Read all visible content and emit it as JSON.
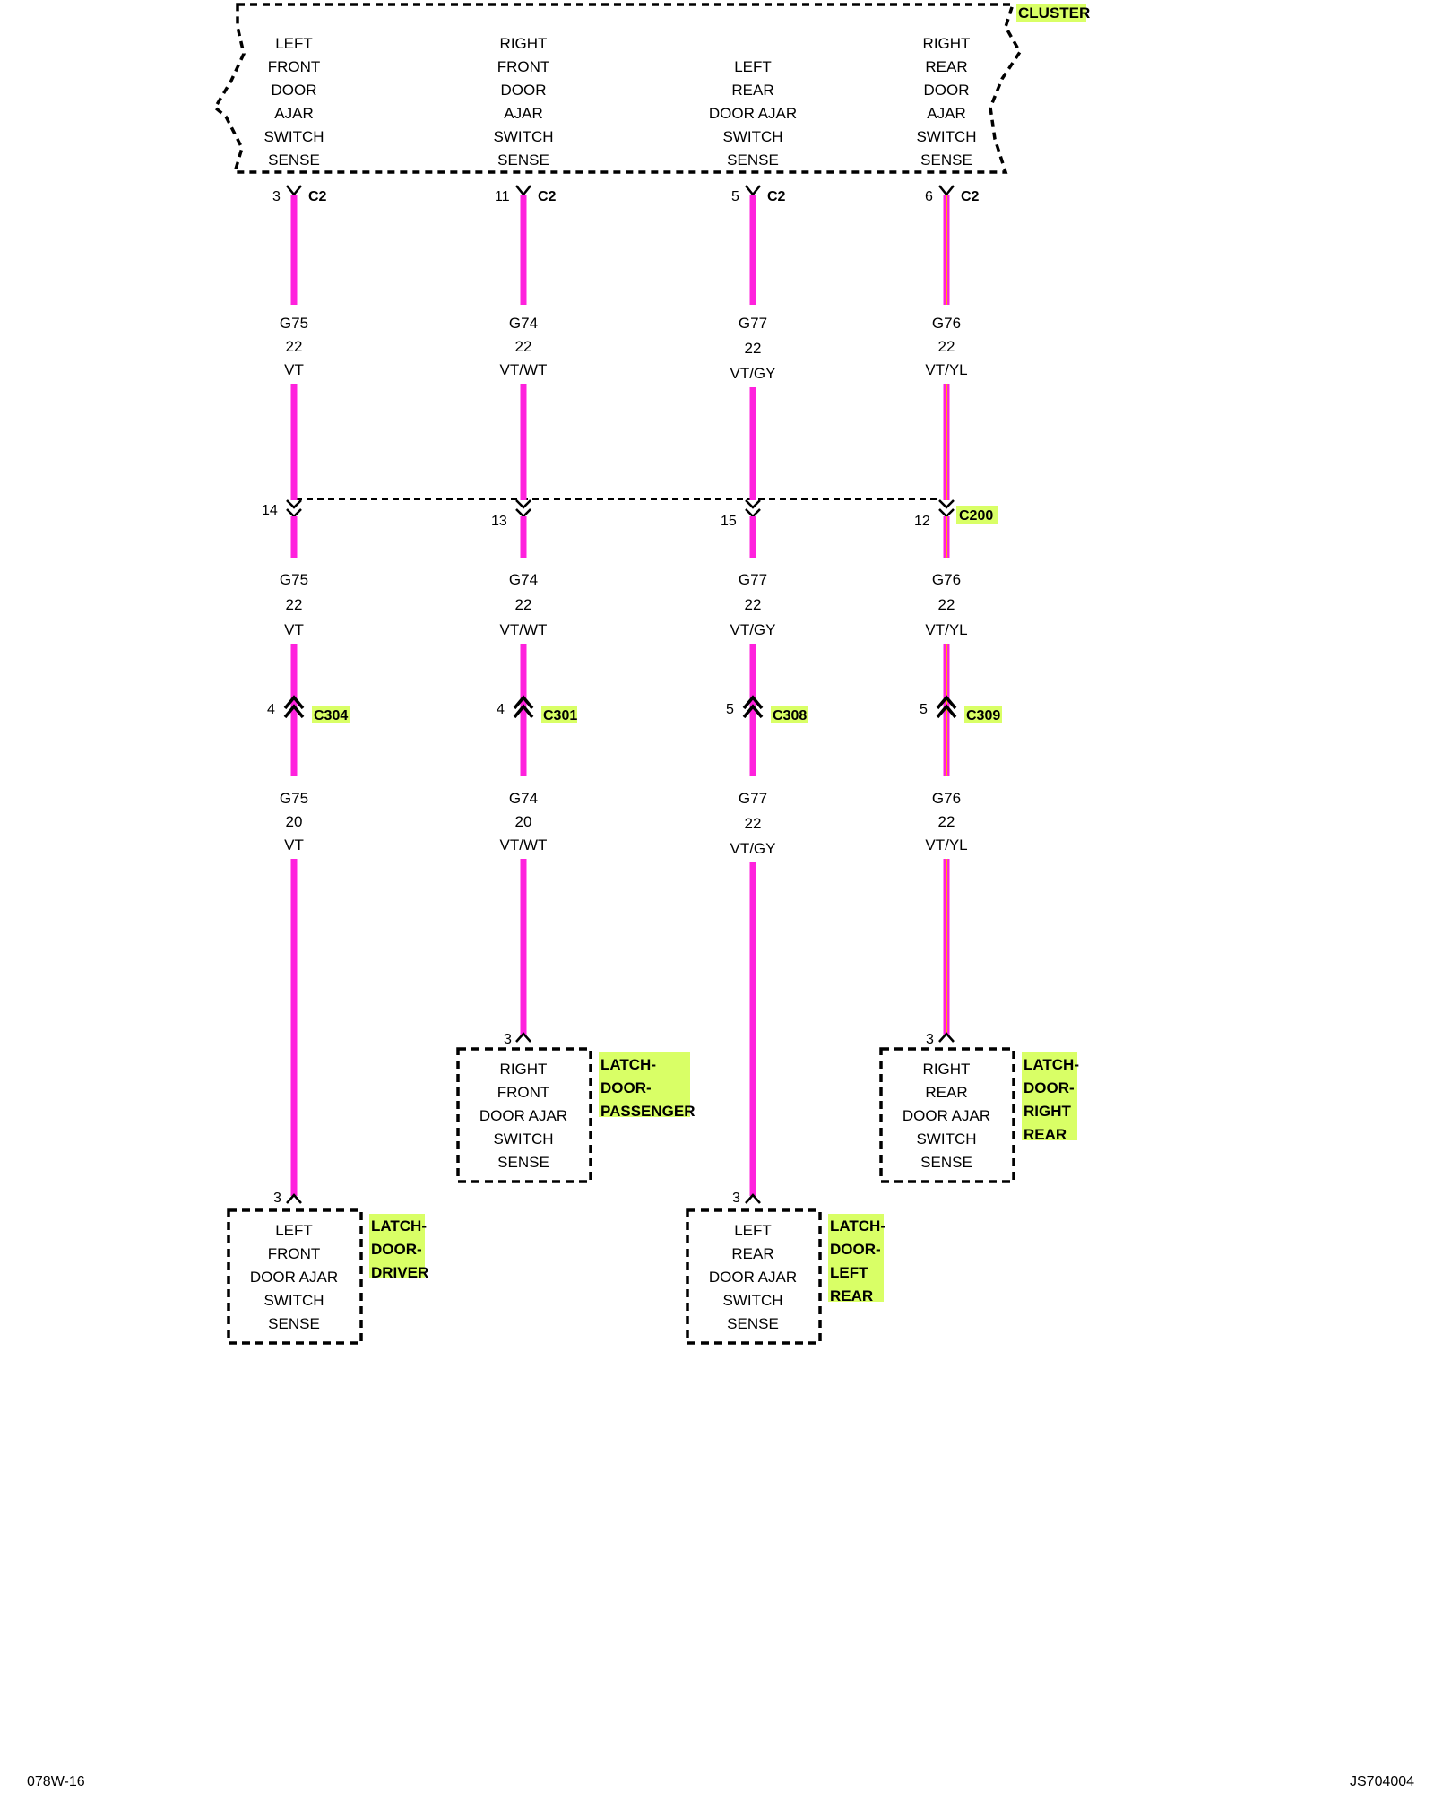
{
  "colors": {
    "wire_violet": "#ff22dd",
    "wire_tracer_yellow": "#ffb400",
    "label_highlight": "#d9ff66",
    "outline": "#000000"
  },
  "cluster": {
    "label": "CLUSTER",
    "connector": "C2",
    "pins": [
      "LEFT FRONT DOOR AJAR SWITCH SENSE",
      "RIGHT FRONT DOOR AJAR SWITCH SENSE",
      "LEFT REAR DOOR AJAR SWITCH SENSE",
      "RIGHT REAR DOOR AJAR SWITCH SENSE"
    ]
  },
  "circuits": [
    {
      "cluster_lines": [
        "LEFT",
        "FRONT",
        "DOOR",
        "AJAR",
        "SWITCH",
        "SENSE"
      ],
      "c2_pin": "3",
      "seg1": {
        "circuit": "G75",
        "gauge": "22",
        "color": "VT"
      },
      "c200_pin": "14",
      "seg2": {
        "circuit": "G75",
        "gauge": "22",
        "color": "VT"
      },
      "inline_pin": "4",
      "inline_connector": "C304",
      "seg3": {
        "circuit": "G75",
        "gauge": "20",
        "color": "VT"
      },
      "latch_pin": "3",
      "latch_lines": [
        "LEFT",
        "FRONT",
        "DOOR AJAR",
        "SWITCH",
        "SENSE"
      ],
      "latch_tag": [
        "LATCH-",
        "DOOR-",
        "DRIVER"
      ]
    },
    {
      "cluster_lines": [
        "RIGHT",
        "FRONT",
        "DOOR",
        "AJAR",
        "SWITCH",
        "SENSE"
      ],
      "c2_pin": "11",
      "seg1": {
        "circuit": "G74",
        "gauge": "22",
        "color": "VT/WT"
      },
      "c200_pin": "13",
      "seg2": {
        "circuit": "G74",
        "gauge": "22",
        "color": "VT/WT"
      },
      "inline_pin": "4",
      "inline_connector": "C301",
      "seg3": {
        "circuit": "G74",
        "gauge": "20",
        "color": "VT/WT"
      },
      "latch_pin": "3",
      "latch_lines": [
        "RIGHT",
        "FRONT",
        "DOOR AJAR",
        "SWITCH",
        "SENSE"
      ],
      "latch_tag": [
        "LATCH-",
        "DOOR-",
        "PASSENGER"
      ]
    },
    {
      "cluster_lines": [
        "LEFT",
        "REAR",
        "DOOR AJAR",
        "SWITCH",
        "SENSE"
      ],
      "c2_pin": "5",
      "seg1": {
        "circuit": "G77",
        "gauge": "22",
        "color": "VT/GY"
      },
      "c200_pin": "15",
      "seg2": {
        "circuit": "G77",
        "gauge": "22",
        "color": "VT/GY"
      },
      "inline_pin": "5",
      "inline_connector": "C308",
      "seg3": {
        "circuit": "G77",
        "gauge": "22",
        "color": "VT/GY"
      },
      "latch_pin": "3",
      "latch_lines": [
        "LEFT",
        "REAR",
        "DOOR AJAR",
        "SWITCH",
        "SENSE"
      ],
      "latch_tag": [
        "LATCH-",
        "DOOR-",
        "LEFT",
        "REAR"
      ]
    },
    {
      "cluster_lines": [
        "RIGHT",
        "REAR",
        "DOOR",
        "AJAR",
        "SWITCH",
        "SENSE"
      ],
      "c2_pin": "6",
      "seg1": {
        "circuit": "G76",
        "gauge": "22",
        "color": "VT/YL"
      },
      "c200_pin": "12",
      "seg2": {
        "circuit": "G76",
        "gauge": "22",
        "color": "VT/YL"
      },
      "inline_pin": "5",
      "inline_connector": "C309",
      "seg3": {
        "circuit": "G76",
        "gauge": "22",
        "color": "VT/YL"
      },
      "latch_pin": "3",
      "latch_lines": [
        "RIGHT",
        "REAR",
        "DOOR AJAR",
        "SWITCH",
        "SENSE"
      ],
      "latch_tag": [
        "LATCH-",
        "DOOR-",
        "RIGHT",
        "REAR"
      ]
    }
  ],
  "c200_label": "C200",
  "footer": {
    "left": "078W-16",
    "right": "JS704004"
  }
}
